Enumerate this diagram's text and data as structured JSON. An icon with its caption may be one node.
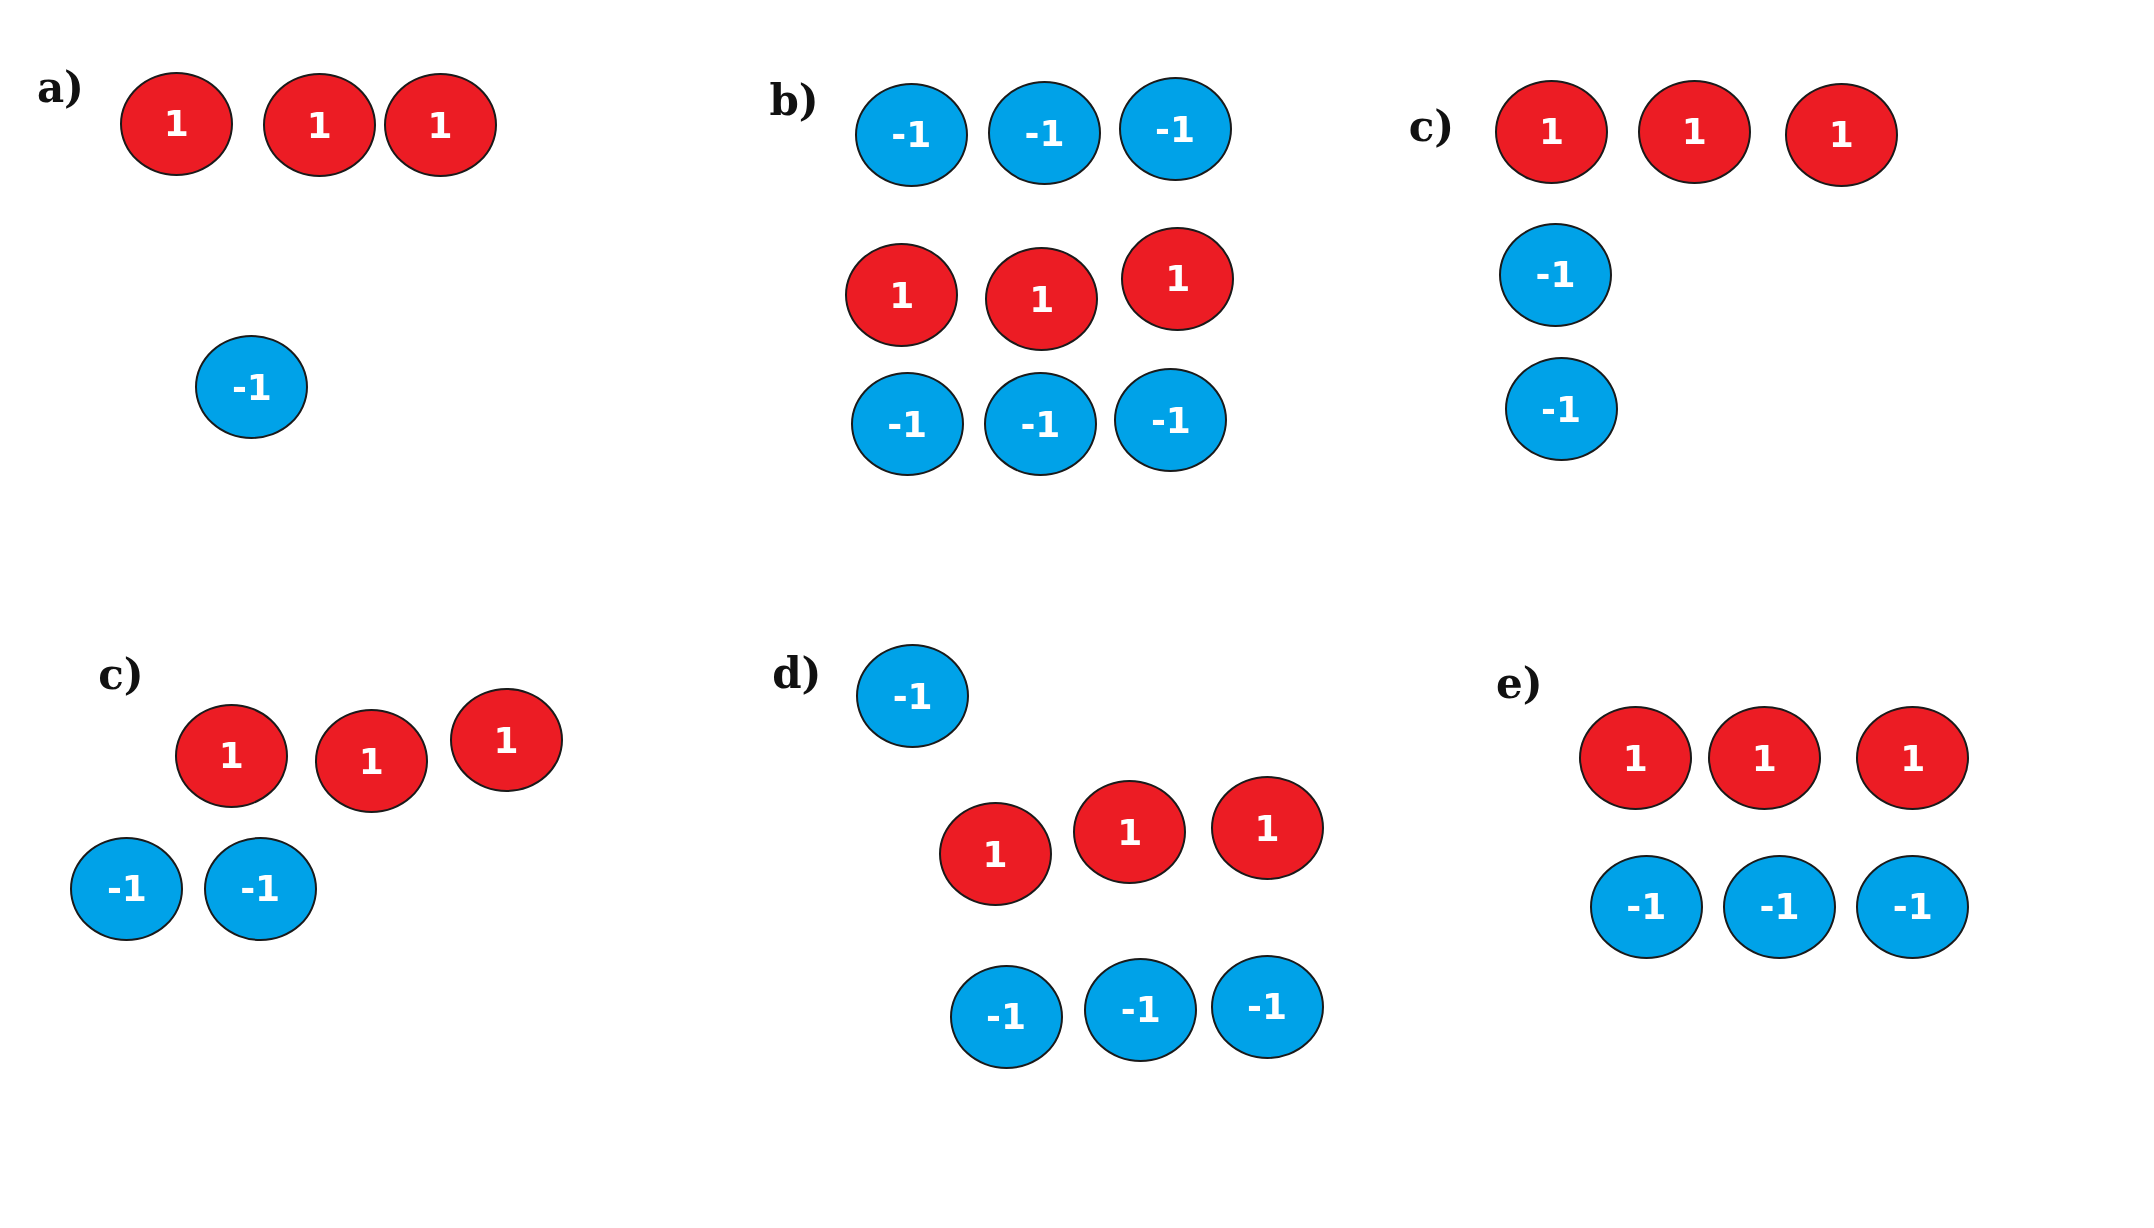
{
  "diagram": {
    "nodes": [
      {
        "text": [
          "1"
        ]
      },
      {
        "text": [
          "1"
        ]
      },
      {
        "text": [
          "1"
        ]
      },
      {
        "text": [
          "-1"
        ]
      },
      {
        "text": [
          "-1"
        ]
      },
      {
        "text": [
          "-1"
        ]
      },
      {
        "text": [
          "-1"
        ]
      },
      {
        "text": [
          "1"
        ]
      },
      {
        "text": [
          "1"
        ]
      },
      {
        "text": [
          "1"
        ]
      },
      {
        "text": [
          "-1"
        ]
      },
      {
        "text": [
          "-1"
        ]
      },
      {
        "text": [
          "-1"
        ]
      },
      {
        "text": [
          "1"
        ]
      },
      {
        "text": [
          "1"
        ]
      },
      {
        "text": [
          "1"
        ]
      },
      {
        "text": [
          "-1"
        ]
      },
      {
        "text": [
          "-1"
        ]
      },
      {
        "text": [
          "1"
        ]
      },
      {
        "text": [
          "1"
        ]
      },
      {
        "text": [
          "1"
        ]
      },
      {
        "text": [
          "-1"
        ]
      },
      {
        "text": [
          "-1"
        ]
      },
      {
        "text": [
          "-1"
        ]
      },
      {
        "text": [
          "1"
        ]
      },
      {
        "text": [
          "1"
        ]
      },
      {
        "text": [
          "1"
        ]
      },
      {
        "text": [
          "-1"
        ]
      },
      {
        "text": [
          "-1"
        ]
      },
      {
        "text": [
          "-1"
        ]
      },
      {
        "text": [
          "1"
        ]
      },
      {
        "text": [
          "1"
        ]
      },
      {
        "text": [
          "1"
        ]
      },
      {
        "text": [
          "-1"
        ]
      },
      {
        "text": [
          "-1"
        ]
      },
      {
        "text": [
          "-1"
        ]
      }
    ],
    "labels": [
      "a)",
      "b)",
      "c)",
      "c)",
      "d)",
      "e)"
    ]
  }
}
